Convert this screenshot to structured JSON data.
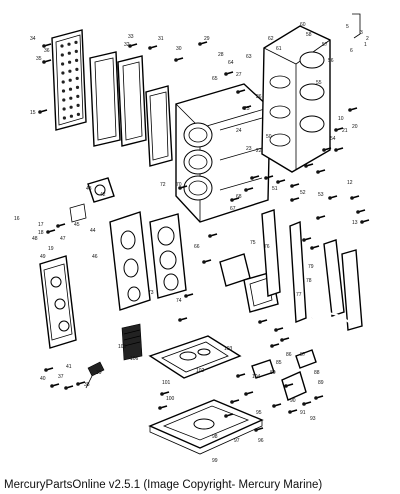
{
  "diagram": {
    "callouts": [
      "1",
      "2",
      "3",
      "5",
      "6",
      "10",
      "12",
      "13",
      "15",
      "16",
      "17",
      "18",
      "19",
      "20",
      "21",
      "22",
      "23",
      "24",
      "25",
      "26",
      "27",
      "28",
      "29",
      "30",
      "31",
      "32",
      "33",
      "34",
      "35",
      "36",
      "37",
      "38",
      "39",
      "40",
      "41",
      "42",
      "43",
      "44",
      "45",
      "46",
      "47",
      "48",
      "49",
      "50",
      "51",
      "52",
      "53",
      "54",
      "55",
      "56",
      "57",
      "58",
      "60",
      "61",
      "62",
      "63",
      "64",
      "65",
      "66",
      "67",
      "68",
      "70",
      "72",
      "73",
      "74",
      "75",
      "76",
      "77",
      "78",
      "79",
      "80",
      "85",
      "86",
      "87",
      "88",
      "89",
      "90",
      "91",
      "93",
      "95",
      "96",
      "97",
      "98",
      "99",
      "100",
      "101",
      "102",
      "103",
      "104",
      "105",
      "106"
    ]
  },
  "footer": {
    "text": "MercuryPartsOnline v2.5.1 (Image Copyright- Mercury Marine)"
  }
}
